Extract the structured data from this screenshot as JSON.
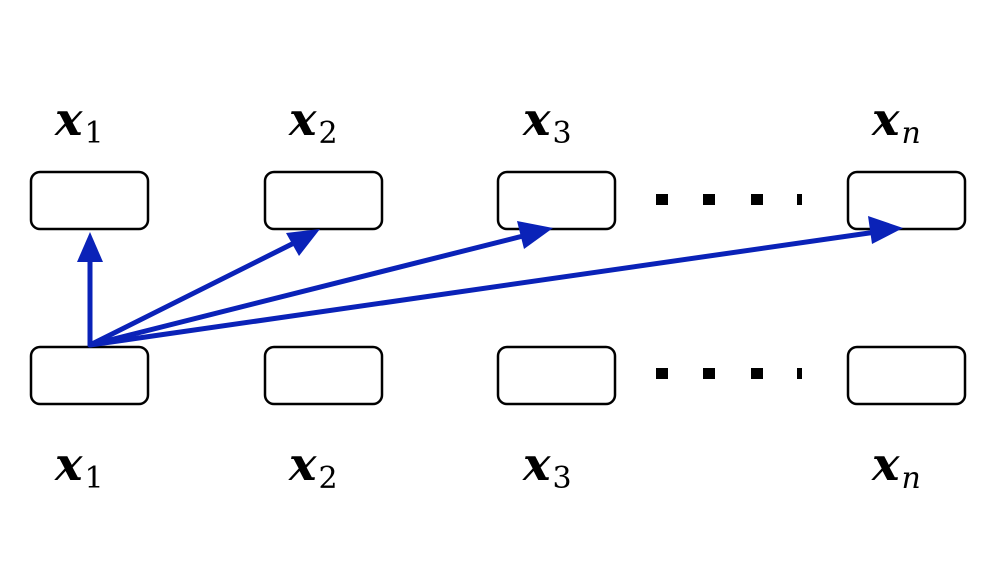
{
  "diagram": {
    "top_row": {
      "labels": [
        {
          "base": "x",
          "sub": "1"
        },
        {
          "base": "x",
          "sub": "2"
        },
        {
          "base": "x",
          "sub": "3"
        },
        {
          "base": "x",
          "sub": "n"
        }
      ]
    },
    "bottom_row": {
      "labels": [
        {
          "base": "x",
          "sub": "1"
        },
        {
          "base": "x",
          "sub": "2"
        },
        {
          "base": "x",
          "sub": "3"
        },
        {
          "base": "x",
          "sub": "n"
        }
      ]
    },
    "edges": [
      {
        "from": "bottom-1",
        "to": "top-1"
      },
      {
        "from": "bottom-1",
        "to": "top-2"
      },
      {
        "from": "bottom-1",
        "to": "top-3"
      },
      {
        "from": "bottom-1",
        "to": "top-n"
      }
    ],
    "colors": {
      "edge": "#0a22b8",
      "node_stroke": "#000000",
      "node_fill": "#ffffff"
    }
  }
}
